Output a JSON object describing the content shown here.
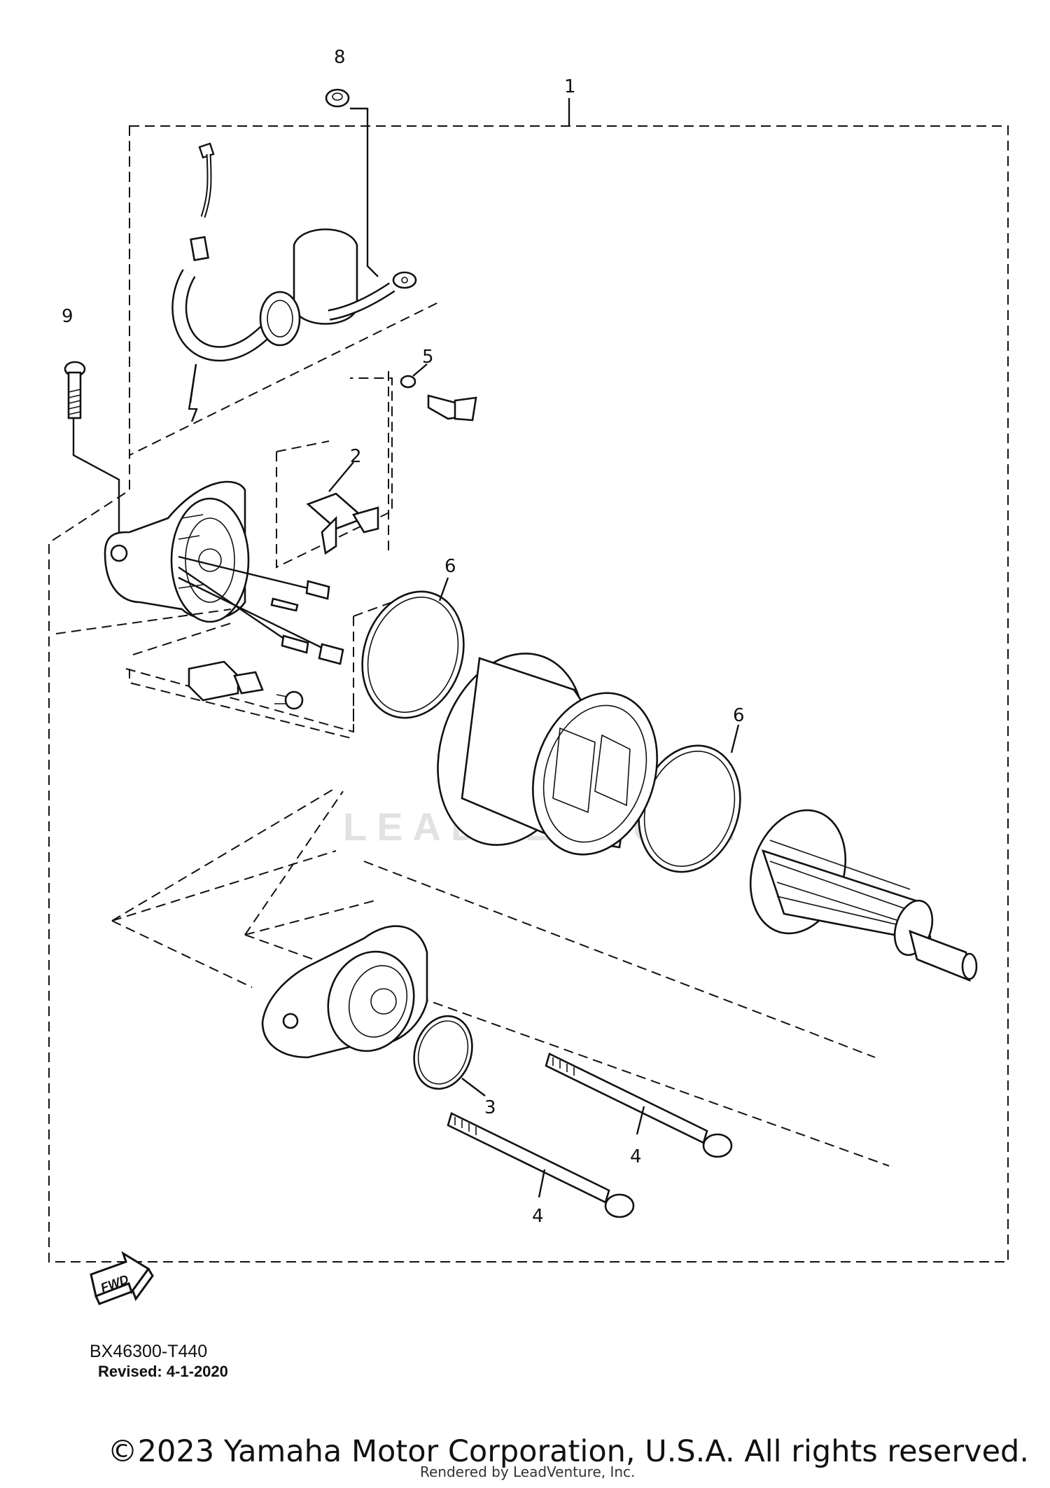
{
  "diagram": {
    "callouts": [
      "1",
      "2",
      "3",
      "4",
      "4",
      "5",
      "6",
      "6",
      "7",
      "8",
      "9"
    ],
    "fwd_label": "FWD",
    "watermark": "LEADVENTURE"
  },
  "footer": {
    "reference": "BX46300-T440",
    "revised": "Revised: 4-1-2020",
    "copyright": "©2023 Yamaha Motor Corporation, U.S.A. All rights reserved.",
    "rendered_by": "Rendered by LeadVenture, Inc."
  }
}
